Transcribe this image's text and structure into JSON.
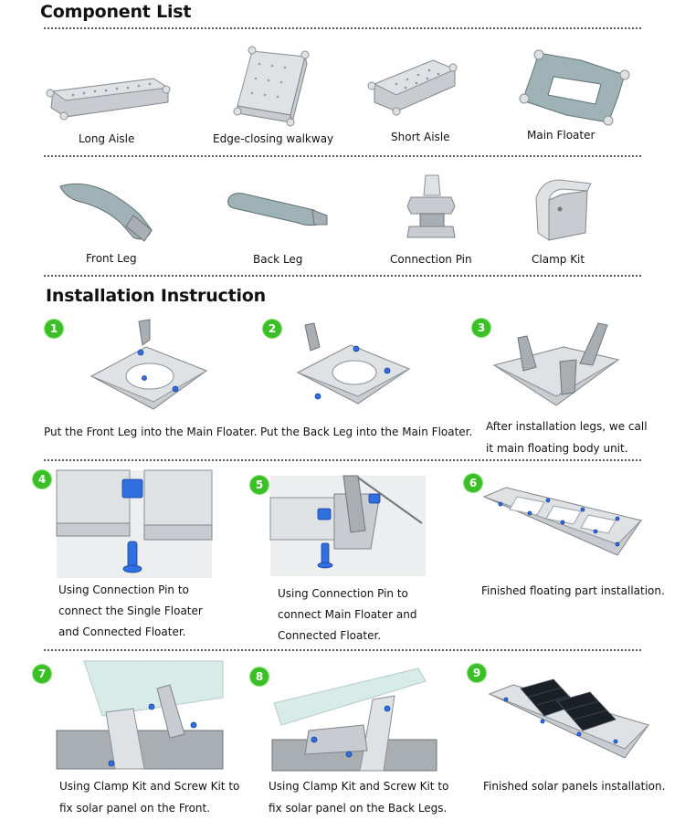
{
  "headings": {
    "component_list": "Component List",
    "installation": "Installation Instruction"
  },
  "components": [
    {
      "label": "Long  Aisle",
      "icon": "long-aisle"
    },
    {
      "label": "Edge-closing walkway",
      "icon": "edge-closing-walkway"
    },
    {
      "label": "Short  Aisle",
      "icon": "short-aisle"
    },
    {
      "label": "Main Floater",
      "icon": "main-floater"
    },
    {
      "label": "Front  Leg",
      "icon": "front-leg"
    },
    {
      "label": "Back  Leg",
      "icon": "back-leg"
    },
    {
      "label": "Connection  Pin",
      "icon": "connection-pin"
    },
    {
      "label": "Clamp  Kit",
      "icon": "clamp-kit"
    }
  ],
  "steps": [
    {
      "num": "1",
      "lines": [
        "Put the Front Leg into the Main Floater."
      ]
    },
    {
      "num": "2",
      "lines": [
        "Put the Back Leg into the Main Floater."
      ]
    },
    {
      "num": "3",
      "lines": [
        "After installation legs, we call",
        "it main floating body unit."
      ]
    },
    {
      "num": "4",
      "lines": [
        "Using Connection Pin to",
        "connect the Single Floater",
        "and Connected Floater."
      ]
    },
    {
      "num": "5",
      "lines": [
        "Using Connection Pin to",
        "connect Main Floater and",
        "Connected Floater."
      ]
    },
    {
      "num": "6",
      "lines": [
        "Finished floating part installation."
      ]
    },
    {
      "num": "7",
      "lines": [
        "Using Clamp Kit and Screw Kit to",
        "fix solar panel on the Front."
      ]
    },
    {
      "num": "8",
      "lines": [
        "Using Clamp Kit and Screw Kit to",
        "fix solar panel on the Back Legs."
      ]
    },
    {
      "num": "9",
      "lines": [
        "Finished solar panels installation."
      ]
    }
  ],
  "colors": {
    "badge": "#3bbf27",
    "pin": "#2f6fe0"
  }
}
